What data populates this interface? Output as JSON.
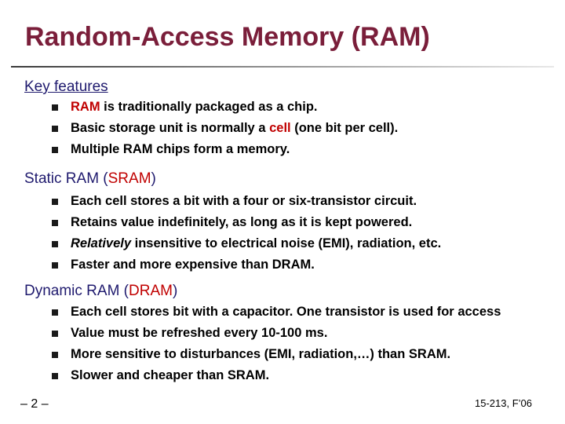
{
  "title": "Random-Access Memory (RAM)",
  "sections": {
    "key_features": {
      "heading": "Key features",
      "bullets": [
        {
          "red": "RAM",
          "rest": " is traditionally packaged as a chip."
        },
        {
          "pre": "Basic storage unit is normally a ",
          "red": "cell",
          "post": " (one bit per cell)."
        },
        {
          "text": "Multiple RAM chips form a memory."
        }
      ]
    },
    "sram": {
      "heading_pre": "Static RAM (",
      "heading_red": "SRAM",
      "heading_post": ")",
      "bullets": [
        {
          "text": "Each cell stores a bit with a four or six-transistor circuit."
        },
        {
          "text": "Retains value indefinitely, as long as it is kept powered."
        },
        {
          "italic": "Relatively",
          "rest": " insensitive to electrical noise (EMI), radiation, etc."
        },
        {
          "text": "Faster and more expensive than DRAM."
        }
      ]
    },
    "dram": {
      "heading_pre": "Dynamic RAM (",
      "heading_red": "DRAM",
      "heading_post": ")",
      "bullets": [
        {
          "text": "Each cell stores bit with a capacitor. One transistor is used for access"
        },
        {
          "text": "Value must be refreshed every 10-100 ms."
        },
        {
          "text": "More sensitive to disturbances (EMI, radiation,…) than SRAM."
        },
        {
          "text": "Slower and cheaper than SRAM."
        }
      ]
    }
  },
  "footer": {
    "page": "– 2 –",
    "course": "15-213, F’06"
  }
}
